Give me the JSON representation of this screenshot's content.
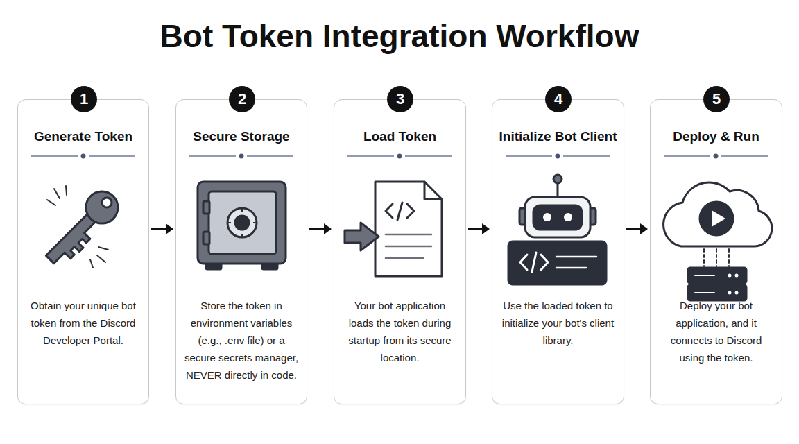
{
  "diagram": {
    "title": "Bot Token Integration Workflow",
    "nodes": [
      {
        "text": [
          "Generate Token",
          "Obtain your unique bot token from the Discord Developer Portal."
        ]
      },
      {
        "text": [
          "1"
        ],
        "in": 0
      },
      {
        "text": [
          "Secure Storage",
          "Store the token in environment variables (e.g., .env file) or a secure secrets manager, NEVER directly in code."
        ]
      },
      {
        "text": [
          "2"
        ],
        "in": 2
      },
      {
        "text": [
          "Load Token",
          "Your bot application loads the token during startup from its secure location."
        ]
      },
      {
        "text": [
          "3"
        ],
        "in": 4
      },
      {
        "text": [
          "Initialize Bot Client",
          "Use the loaded token to initialize your bot's client library."
        ]
      },
      {
        "text": [
          "4"
        ],
        "in": 6
      },
      {
        "text": [
          "Deploy & Run",
          "Deploy your bot application, and it connects to Discord using the token."
        ]
      },
      {
        "text": [
          "5"
        ],
        "in": 8
      }
    ],
    "edges": [
      {
        "from": 0,
        "to": 2,
        "arrow": "to"
      },
      {
        "from": 2,
        "to": 4,
        "arrow": "to"
      },
      {
        "from": 4,
        "to": 6,
        "arrow": "to"
      },
      {
        "from": 6,
        "to": 8,
        "arrow": "to"
      }
    ]
  }
}
